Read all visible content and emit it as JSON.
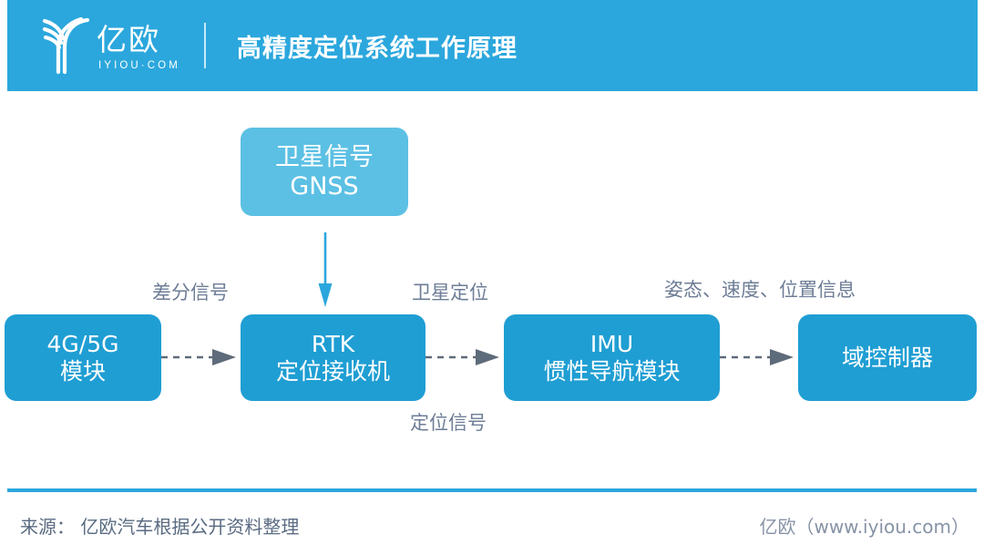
{
  "header": {
    "logo": {
      "icon": "iyiou-y-logo",
      "cn_text": "亿欧",
      "en_text": "IYIOU·COM"
    },
    "title": "高精度定位系统工作原理",
    "bg_color": "#2BA7DD"
  },
  "diagram": {
    "nodes": [
      {
        "id": "gnss",
        "line1": "卫星信号",
        "line2": "GNSS",
        "color": "#5CC0E4"
      },
      {
        "id": "mod4g5g",
        "line1": "4G/5G",
        "line2": "模块",
        "color": "#1F9ED3"
      },
      {
        "id": "rtk",
        "line1": "RTK",
        "line2": "定位接收机",
        "color": "#1F9ED3"
      },
      {
        "id": "imu",
        "line1": "IMU",
        "line2": "惯性导航模块",
        "color": "#1F9ED3"
      },
      {
        "id": "domain",
        "line1": "域控制器",
        "line2": "",
        "color": "#1F9ED3"
      }
    ],
    "edges": [
      {
        "id": "gnss-to-rtk",
        "label": "",
        "style": "solid-blue-down",
        "color": "#2BA7DD"
      },
      {
        "id": "mod-to-rtk",
        "label": "差分信号",
        "style": "dashed-gray-right",
        "color": "#5E6B7A"
      },
      {
        "id": "rtk-to-imu",
        "label": "卫星定位",
        "style": "dashed-gray-right",
        "color": "#5E6B7A"
      },
      {
        "id": "imu-to-domain",
        "label": "姿态、速度、位置信息",
        "style": "dashed-gray-right",
        "color": "#5E6B7A"
      },
      {
        "id": "rtk-out-below",
        "label": "定位信号",
        "style": "text-only",
        "color": "#6E7D96"
      }
    ]
  },
  "footer": {
    "source": "来源： 亿欧汽车根据公开资料整理",
    "credit": "亿欧（www.iyiou.com）",
    "rule_color": "#2BA7DD"
  }
}
